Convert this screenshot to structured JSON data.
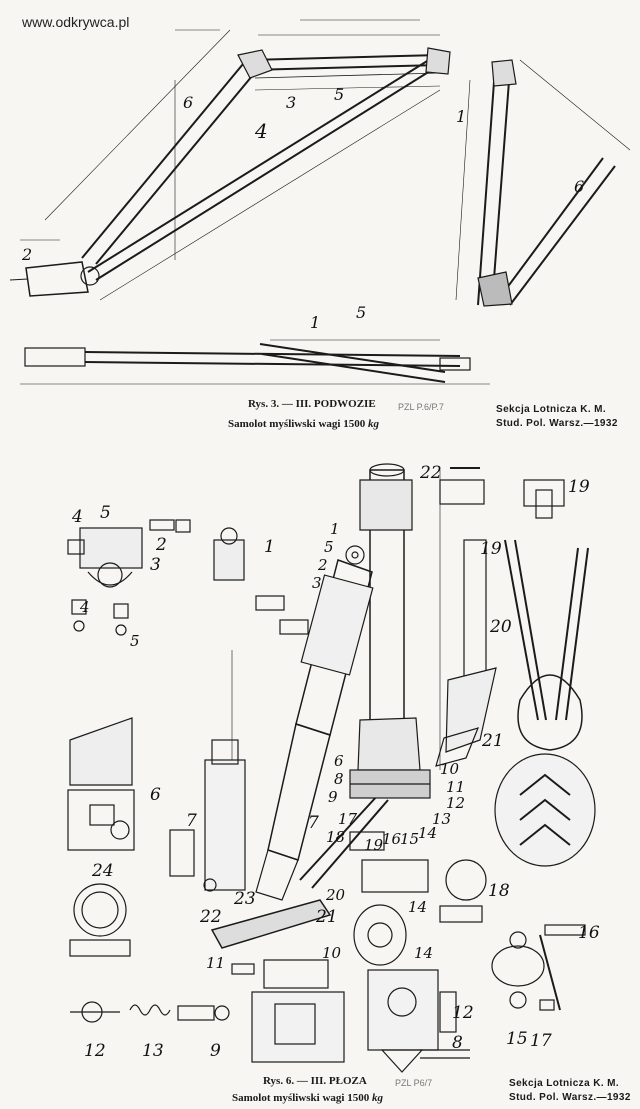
{
  "watermark": "www.odkrywca.pl",
  "figure1": {
    "caption_title": "Rys. 3. — III.  PODWOZIE",
    "caption_subtitle": "Samolot myśliwski wagi 1500",
    "caption_unit": "kg",
    "section_line1": "Sekcja Lotnicza K. M.",
    "section_line2": "Stud. Pol. Warsz.—1932",
    "ref_note": "PZL P.6/P.7"
  },
  "figure2": {
    "caption_title": "Rys. 6. — III.  PŁOZA",
    "caption_subtitle": "Samolot myśliwski wagi 1500",
    "caption_unit": "kg",
    "section_line1": "Sekcja Lotnicza K. M.",
    "section_line2": "Stud. Pol. Warsz.—1932",
    "ref_note": "PZL P6/7"
  },
  "labels_fig1": [
    "6",
    "4",
    "3",
    "5",
    "1",
    "2",
    "6",
    "1",
    "5"
  ],
  "labels_fig2": [
    "4",
    "5",
    "2",
    "3",
    "1",
    "1",
    "5",
    "2",
    "3",
    "22",
    "19",
    "19",
    "20",
    "21",
    "4",
    "5",
    "6",
    "8",
    "9",
    "10",
    "11",
    "12",
    "13",
    "14",
    "15",
    "16",
    "17",
    "18",
    "19",
    "20",
    "7",
    "7",
    "6",
    "24",
    "23",
    "22",
    "21",
    "18",
    "14",
    "16",
    "15",
    "17",
    "11",
    "10",
    "14",
    "12",
    "8",
    "12",
    "13",
    "9"
  ]
}
